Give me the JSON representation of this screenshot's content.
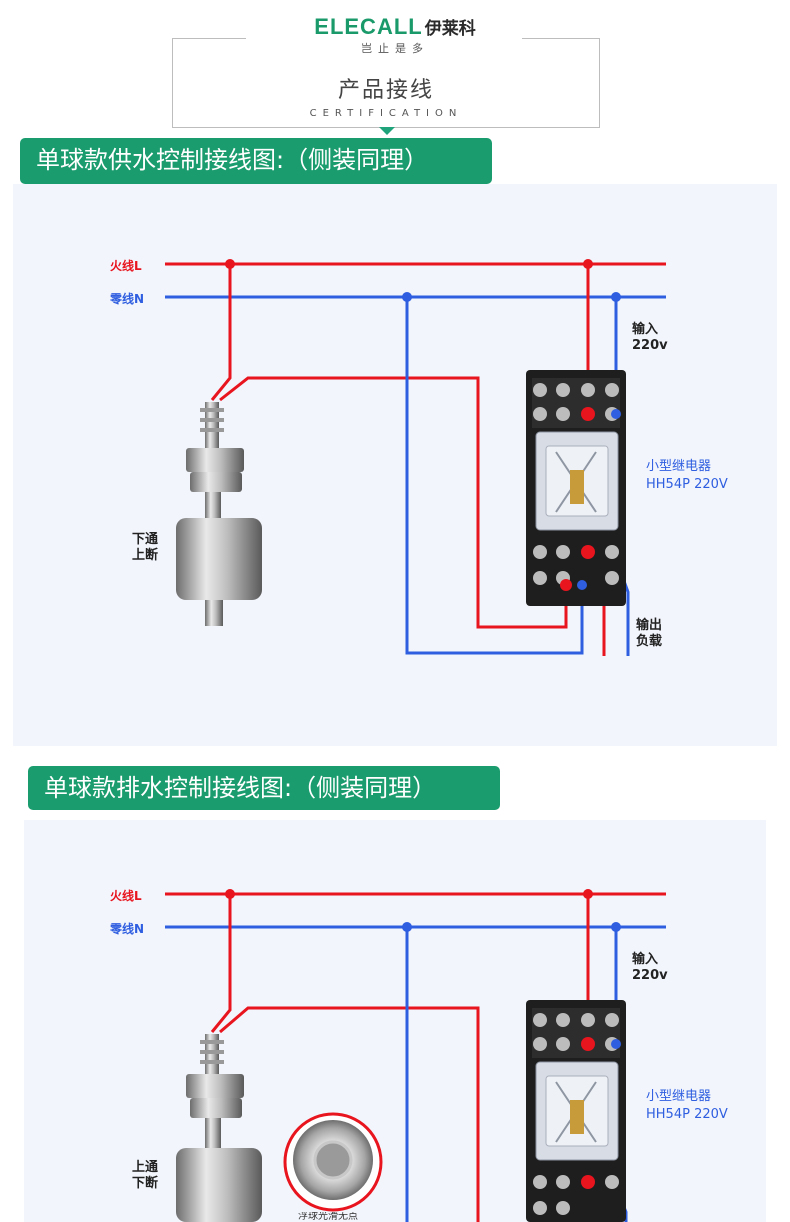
{
  "header": {
    "logo_text": "ELECALL",
    "logo_cn": "伊莱科",
    "slogan": "岂止是多",
    "title": "产品接线",
    "subtitle": "CERTIFICATION"
  },
  "section1": {
    "title": "单球款供水控制接线图:（侧装同理）",
    "live_label": "火线L",
    "neutral_label": "零线N",
    "input_label_1": "输入",
    "input_label_2": "220v",
    "relay_label_1": "小型继电器",
    "relay_label_2": "HH54P 220V",
    "switch_label_1": "下通",
    "switch_label_2": "上断",
    "output_label_1": "输出",
    "output_label_2": "负载"
  },
  "section2": {
    "title": "单球款排水控制接线图:（侧装同理）",
    "live_label": "火线L",
    "neutral_label": "零线N",
    "input_label_1": "输入",
    "input_label_2": "220v",
    "relay_label_1": "小型继电器",
    "relay_label_2": "HH54P 220V",
    "switch_label_1": "上通",
    "switch_label_2": "下断",
    "callout_label": "浮球光滑无点"
  },
  "colors": {
    "accent": "#1a9c6e",
    "live": "#e8141e",
    "neutral": "#2f5ee0"
  }
}
